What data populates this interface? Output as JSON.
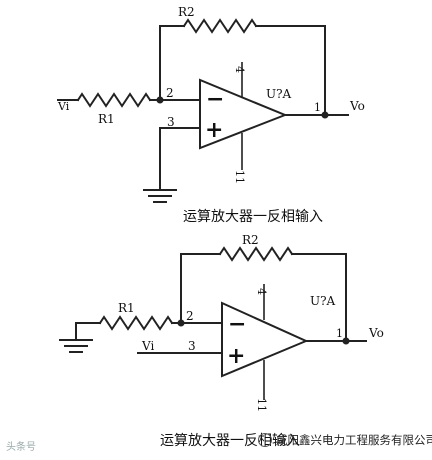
{
  "circuits": [
    {
      "r_feedback": "R2",
      "r_input": "R1",
      "input": "Vi",
      "output": "Vo",
      "opamp": "U?A",
      "pin_inv": "2",
      "pin_noninv": "3",
      "pin_out": "1",
      "pin_vplus": "4",
      "pin_vminus": "11",
      "minus_sign": "−",
      "plus_sign": "+",
      "caption": "运算放大器一反相输入"
    },
    {
      "r_feedback": "R2",
      "r_input": "R1",
      "input": "Vi",
      "output": "Vo",
      "opamp": "U?A",
      "pin_inv": "2",
      "pin_noninv": "3",
      "pin_out": "1",
      "pin_vplus": "4",
      "pin_vminus": "11",
      "minus_sign": "−",
      "plus_sign": "+",
      "caption": "运算放大器一反相输入"
    }
  ],
  "watermark": {
    "left": "头条号",
    "right": "咸阳鑫兴电力工程服务有限公司"
  }
}
